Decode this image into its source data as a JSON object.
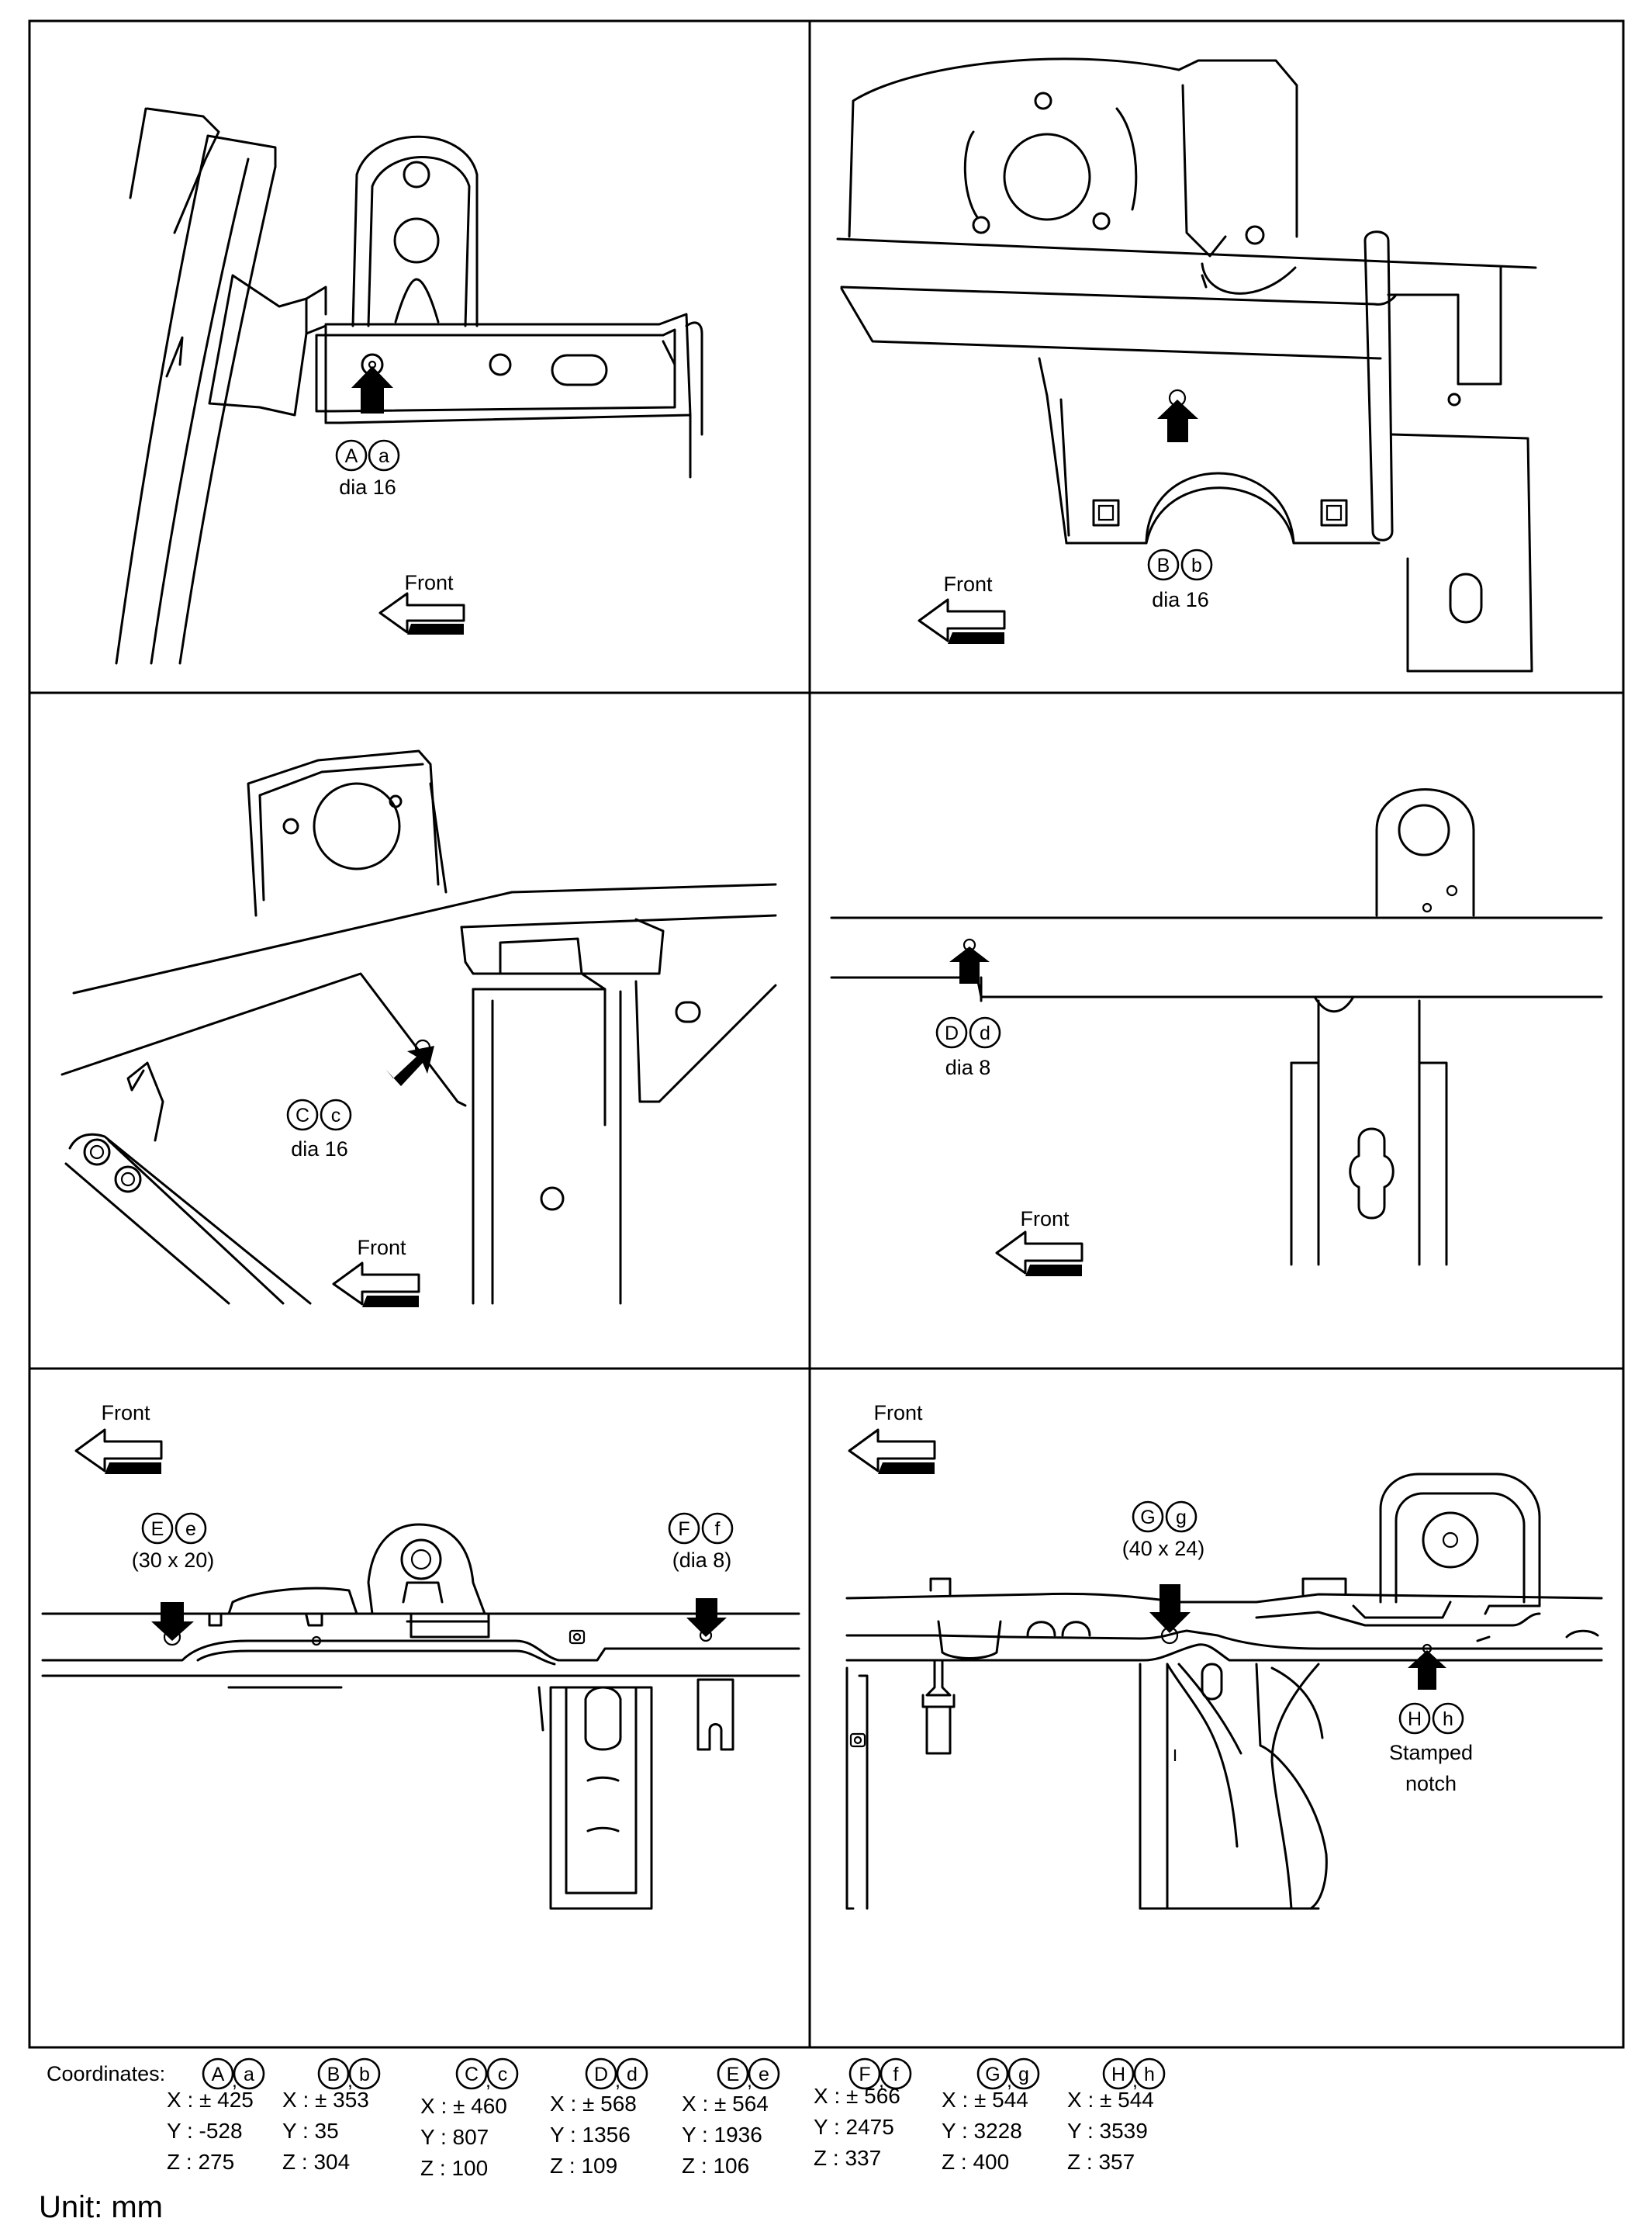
{
  "panels": [
    {
      "id": "A",
      "letters": [
        "A",
        "a"
      ],
      "size": "dia 16",
      "front": "Front"
    },
    {
      "id": "B",
      "letters": [
        "B",
        "b"
      ],
      "size": "dia 16",
      "front": "Front"
    },
    {
      "id": "C",
      "letters": [
        "C",
        "c"
      ],
      "size": "dia 16",
      "front": "Front"
    },
    {
      "id": "D",
      "letters": [
        "D",
        "d"
      ],
      "size": "dia 8",
      "front": "Front"
    },
    {
      "id": "EF",
      "front": "Front",
      "labels": [
        {
          "id": "E",
          "letters": [
            "E",
            "e"
          ],
          "size": "(30 x 20)"
        },
        {
          "id": "F",
          "letters": [
            "F",
            "f"
          ],
          "size": "(dia 8)"
        }
      ]
    },
    {
      "id": "GH",
      "front": "Front",
      "labels": [
        {
          "id": "G",
          "letters": [
            "G",
            "g"
          ],
          "size": "(40 x 24)"
        },
        {
          "id": "H",
          "letters": [
            "H",
            "h"
          ],
          "size_lines": [
            "Stamped",
            "notch"
          ]
        }
      ]
    }
  ],
  "coordinates": {
    "title": "Coordinates:",
    "entries": [
      {
        "letters": [
          "A",
          "a"
        ],
        "x": "X : ± 425",
        "y": "Y : -528",
        "z": "Z : 275"
      },
      {
        "letters": [
          "B",
          "b"
        ],
        "x": "X : ± 353",
        "y": "Y : 35",
        "z": "Z : 304"
      },
      {
        "letters": [
          "C",
          "c"
        ],
        "x": "X : ± 460",
        "y": "Y : 807",
        "z": "Z : 100"
      },
      {
        "letters": [
          "D",
          "d"
        ],
        "x": "X : ± 568",
        "y": "Y : 1356",
        "z": "Z : 109"
      },
      {
        "letters": [
          "E",
          "e"
        ],
        "x": "X : ± 564",
        "y": "Y : 1936",
        "z": "Z : 106"
      },
      {
        "letters": [
          "F",
          "f"
        ],
        "x": "X : ± 566",
        "y": "Y : 2475",
        "z": "Z : 337"
      },
      {
        "letters": [
          "G",
          "g"
        ],
        "x": "X : ± 544",
        "y": "Y : 3228",
        "z": "Z : 400"
      },
      {
        "letters": [
          "H",
          "h"
        ],
        "x": "X : ± 544",
        "y": "Y : 3539",
        "z": "Z : 357"
      }
    ]
  },
  "unit": "Unit: mm"
}
